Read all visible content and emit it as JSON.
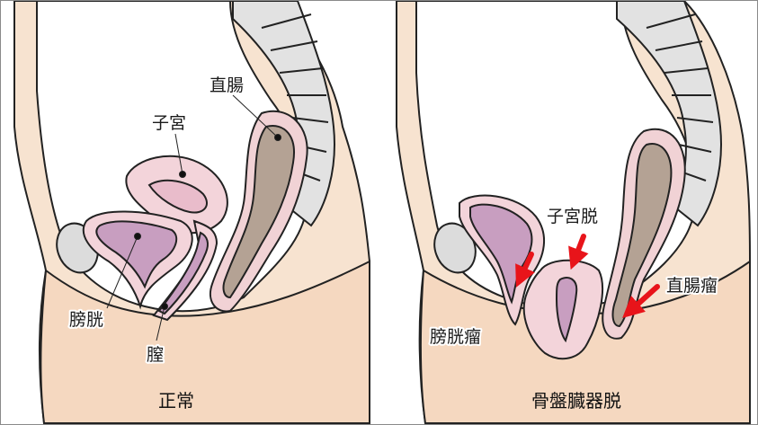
{
  "panels": {
    "normal": {
      "caption": "正常",
      "labels": {
        "rectum": "直腸",
        "uterus": "子宮",
        "bladder": "膀胱",
        "vagina": "膣"
      }
    },
    "prolapse": {
      "caption": "骨盤臓器脱",
      "labels": {
        "uterine_prolapse": "子宮脱",
        "rectocele": "直腸瘤",
        "cystocele": "膀胱瘤"
      }
    }
  },
  "colors": {
    "skin": "#f7e3d0",
    "belly": "#f5d8c0",
    "cavity": "#ffffff",
    "bone": "#dcdcdc",
    "uterus": "#f3d4da",
    "bladder_lumen": "#c89ec0",
    "rectum_wall": "#f1d2d5",
    "rectum_lumen": "#b4a294",
    "arrow": "#e8141a",
    "outline": "#222222"
  },
  "icons": [
    "red-arrow-icon",
    "pointer-dot-icon"
  ]
}
